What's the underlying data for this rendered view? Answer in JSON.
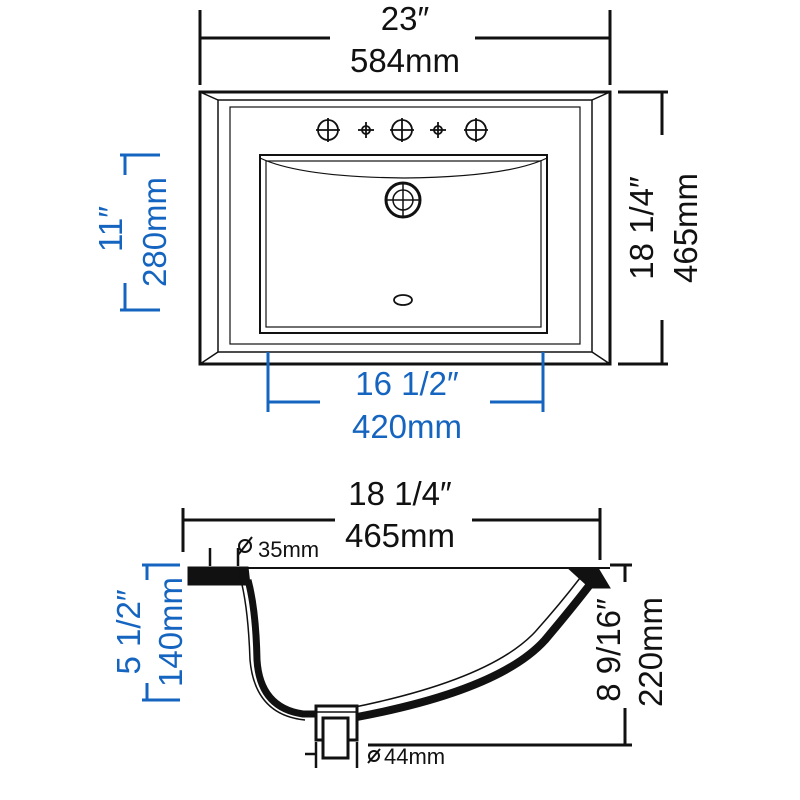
{
  "colors": {
    "line": "#111111",
    "accent_blue": "#1565c0",
    "background": "#ffffff"
  },
  "top_view": {
    "overall_width": {
      "inches": "23″",
      "mm": "584mm"
    },
    "overall_depth": {
      "inches": "18 1/4″",
      "mm": "465mm"
    },
    "bowl_depth": {
      "inches": "11″",
      "mm": "280mm"
    },
    "bowl_width": {
      "inches": "16 1/2″",
      "mm": "420mm"
    }
  },
  "side_view": {
    "overall_depth": {
      "inches": "18 1/4″",
      "mm": "465mm"
    },
    "overflow_diameter": "35mm",
    "bowl_height": {
      "inches": "5 1/2″",
      "mm": "140mm"
    },
    "total_height": {
      "inches": "8 9/16″",
      "mm": "220mm"
    },
    "drain_diameter": "44mm"
  },
  "icons": {
    "faucet_hole": "crosshair-icon",
    "drain": "drain-icon",
    "overflow": "overflow-icon",
    "diameter": "diameter-symbol"
  }
}
